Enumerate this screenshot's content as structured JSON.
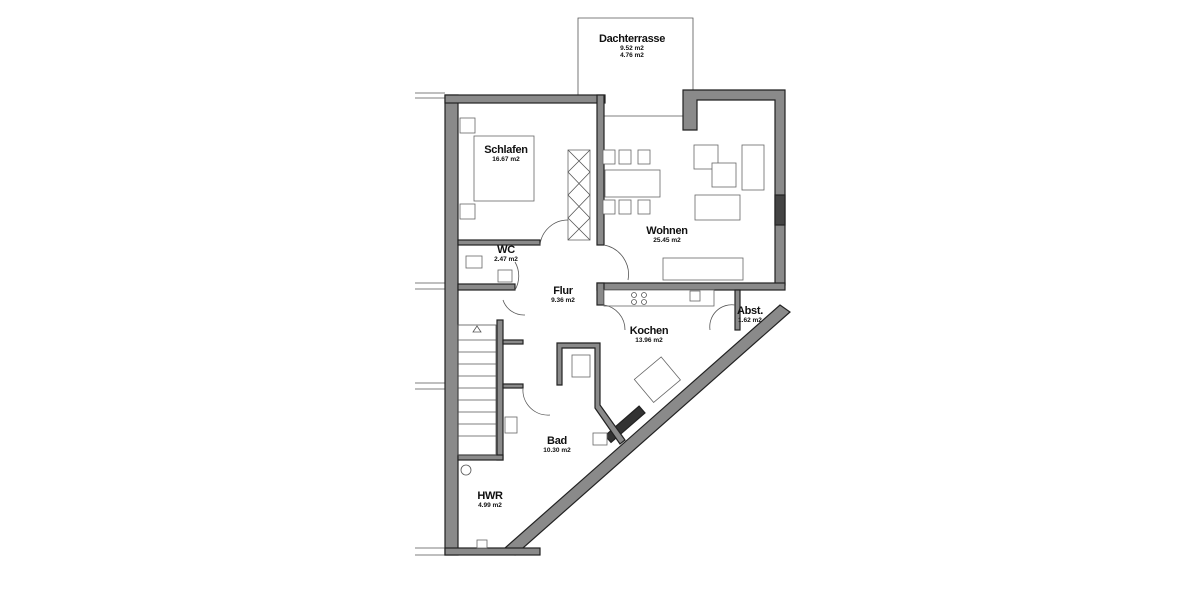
{
  "rooms": [
    {
      "name": "Dachterrasse",
      "areas": [
        "9.52 m2",
        "4.76 m2"
      ]
    },
    {
      "name": "Schlafen",
      "areas": [
        "16.67 m2"
      ]
    },
    {
      "name": "WC",
      "areas": [
        "2.47 m2"
      ]
    },
    {
      "name": "Wohnen",
      "areas": [
        "25.45 m2"
      ]
    },
    {
      "name": "Flur",
      "areas": [
        "9.36 m2"
      ]
    },
    {
      "name": "Abst.",
      "areas": [
        "1.62 m2"
      ]
    },
    {
      "name": "Kochen",
      "areas": [
        "13.96 m2"
      ]
    },
    {
      "name": "Bad",
      "areas": [
        "10.30 m2"
      ]
    },
    {
      "name": "HWR",
      "areas": [
        "4.99 m2"
      ]
    }
  ],
  "colors": {
    "wall": "#8a8a8a",
    "line": "#222222",
    "background": "#ffffff"
  }
}
